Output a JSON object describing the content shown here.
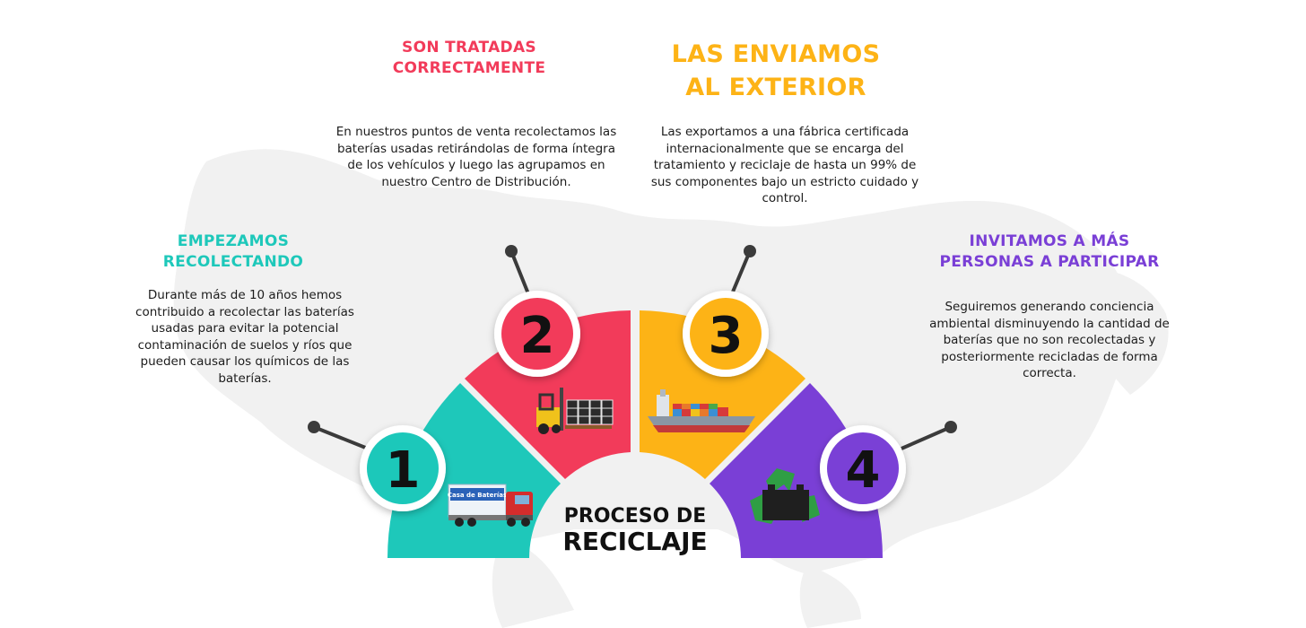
{
  "colors": {
    "teal": "#1ec8ba",
    "red": "#f23b5a",
    "amber": "#fdb316",
    "purple": "#7a3fd6",
    "map": "#f1f1f1",
    "connector": "#3b3b3b"
  },
  "steps": [
    {
      "number": "1",
      "title": "EMPEZAMOS\nRECOLECTANDO",
      "description": "Durante más de 10 años hemos contribuido a recolectar las baterías usadas para evitar la potencial contaminación de suelos y ríos que pueden causar los químicos de las baterías.",
      "icon": "truck-icon",
      "icon_text": "Casa de Baterías"
    },
    {
      "number": "2",
      "title": "SON TRATADAS\nCORRECTAMENTE",
      "description": "En nuestros puntos de venta recolectamos las baterías usadas retirándolas de forma íntegra de los vehículos y luego las agrupamos en nuestro Centro de Distribución.",
      "icon": "forklift-icon"
    },
    {
      "number": "3",
      "title": "LAS ENVIAMOS\nAL EXTERIOR",
      "description": "Las exportamos a una fábrica certificada internacionalmente que se encarga del tratamiento y reciclaje de hasta un 99% de sus componentes bajo un estricto cuidado y control.",
      "icon": "cargo-ship-icon"
    },
    {
      "number": "4",
      "title": "INVITAMOS A MÁS\nPERSONAS A PARTICIPAR",
      "description": "Seguiremos generando conciencia ambiental disminuyendo la cantidad de baterías que no son recolectadas y posteriormente recicladas de forma correcta.",
      "icon": "recycle-battery-icon"
    }
  ],
  "center": {
    "line1": "PROCESO DE",
    "line2": "RECICLAJE"
  }
}
